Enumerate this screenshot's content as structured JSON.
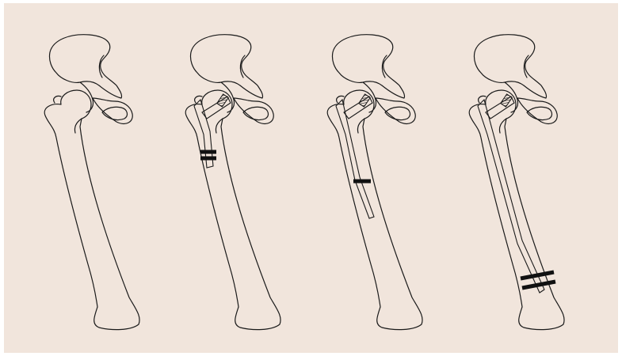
{
  "background_color": "#f1e5dc",
  "line_color": "#1a1a1a",
  "panels": [
    {
      "depiction": "intact-femur-and-pelvis"
    },
    {
      "depiction": "short-intramedullary-nail-with-two-distal-screws"
    },
    {
      "depiction": "intermediate-intramedullary-nail-with-one-distal-screw"
    },
    {
      "depiction": "long-intramedullary-nail-with-two-distal-screws"
    }
  ]
}
